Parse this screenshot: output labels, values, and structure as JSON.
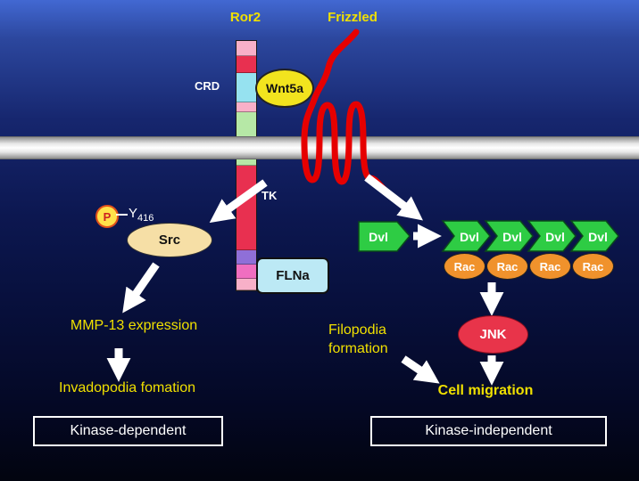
{
  "header": {
    "ror2": "Ror2",
    "frizzled": "Frizzled"
  },
  "receptor_labels": {
    "crd": "CRD",
    "tk": "TK"
  },
  "ligand": {
    "wnt5a": "Wnt5a"
  },
  "phospho": {
    "p": "P",
    "residue": "Y",
    "number": "416"
  },
  "kinase": {
    "src": "Src"
  },
  "scaffold": {
    "flna": "FLNa"
  },
  "dvl": {
    "single": "Dvl",
    "row": [
      "Dvl",
      "Dvl",
      "Dvl",
      "Dvl"
    ]
  },
  "rac": {
    "row": [
      "Rac",
      "Rac",
      "Rac",
      "Rac"
    ]
  },
  "jnk": {
    "label": "JNK"
  },
  "left_pathway": {
    "mmp13": "MMP-13 expression",
    "invadopodia": "Invadopodia fomation",
    "box_label": "Kinase-dependent"
  },
  "right_pathway": {
    "filopodia_line1": "Filopodia",
    "filopodia_line2": "formation",
    "cell_migration": "Cell migration",
    "box_label": "Kinase-independent"
  },
  "colors": {
    "accent_yellow": "#f0e000",
    "frizzled_red": "#e60000",
    "dvl_green": "#2ecc44",
    "rac_orange": "#f0922c",
    "jnk_red": "#e8344a",
    "src_tan": "#f6dfa6",
    "wnt5a_yellow": "#f2e41e",
    "flna_cyan": "#bce9f5",
    "arrow_white": "#ffffff"
  }
}
